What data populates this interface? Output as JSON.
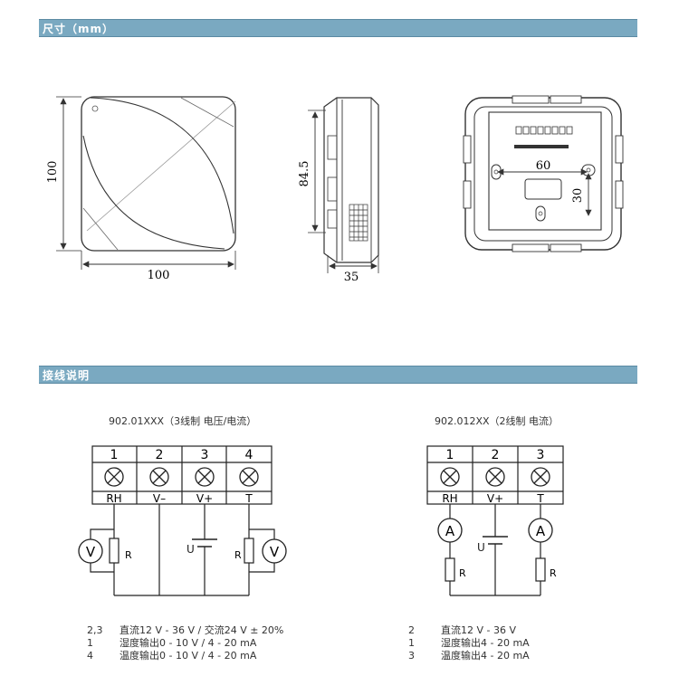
{
  "sections": {
    "dimensions_title": "尺寸（mm）",
    "wiring_title": "接线说明"
  },
  "dimensions": {
    "front_height": "100",
    "front_width": "100",
    "side_height": "84.5",
    "side_depth": "35",
    "back_hole_spacing_h": "60",
    "back_hole_spacing_v": "30"
  },
  "wiring_left": {
    "subtitle": "902.01XXX（3线制 电压/电流）",
    "terminals": [
      {
        "number": "1",
        "label": "RH"
      },
      {
        "number": "2",
        "label": "V–"
      },
      {
        "number": "3",
        "label": "V+"
      },
      {
        "number": "4",
        "label": "T"
      }
    ],
    "meter_symbol": "V",
    "resistor_label": "R",
    "supply_label": "U",
    "legend": [
      {
        "num": "2,3",
        "text": "直流12 V - 36 V / 交流24 V ± 20%"
      },
      {
        "num": "1",
        "text": "湿度输出0 - 10 V / 4 - 20 mA"
      },
      {
        "num": "4",
        "text": "温度输出0 - 10 V / 4 - 20 mA"
      }
    ]
  },
  "wiring_right": {
    "subtitle": "902.012XX（2线制 电流）",
    "terminals": [
      {
        "number": "1",
        "label": "RH"
      },
      {
        "number": "2",
        "label": "V+"
      },
      {
        "number": "3",
        "label": "T"
      }
    ],
    "meter_symbol": "A",
    "resistor_label": "R",
    "supply_label": "U",
    "legend": [
      {
        "num": "2",
        "text": "直流12 V - 36 V"
      },
      {
        "num": "1",
        "text": "湿度输出4 - 20 mA"
      },
      {
        "num": "3",
        "text": "温度输出4 - 20 mA"
      }
    ]
  }
}
